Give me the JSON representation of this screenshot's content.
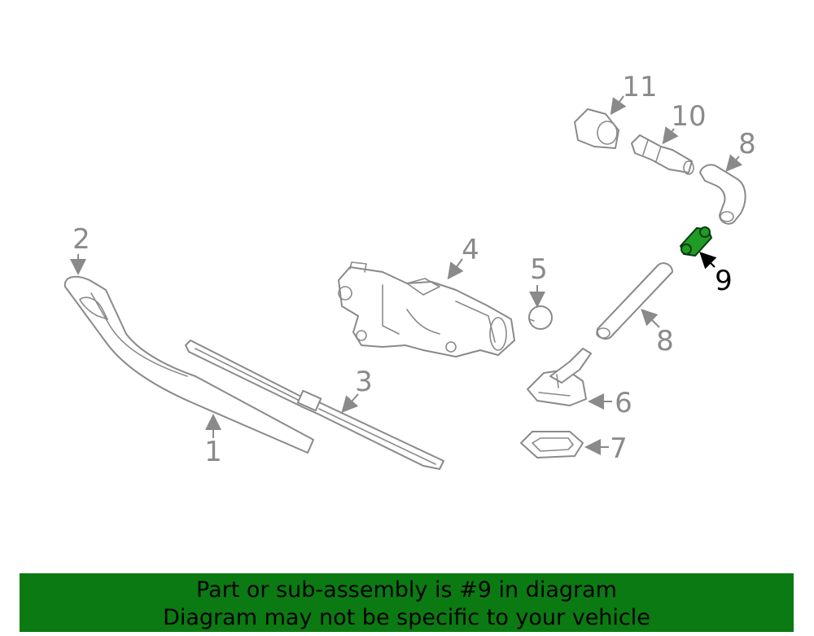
{
  "callouts": {
    "c1": "1",
    "c2": "2",
    "c3": "3",
    "c4": "4",
    "c5": "5",
    "c6": "6",
    "c7": "7",
    "c8a": "8",
    "c8b": "8",
    "c9": "9",
    "c10": "10",
    "c11": "11"
  },
  "highlight": {
    "part": "9",
    "color": "#1f9b26"
  },
  "banner": {
    "line1": "Part or sub-assembly is #9 in diagram",
    "line2": "Diagram may not be specific to your vehicle",
    "background": "#0b7a12"
  }
}
